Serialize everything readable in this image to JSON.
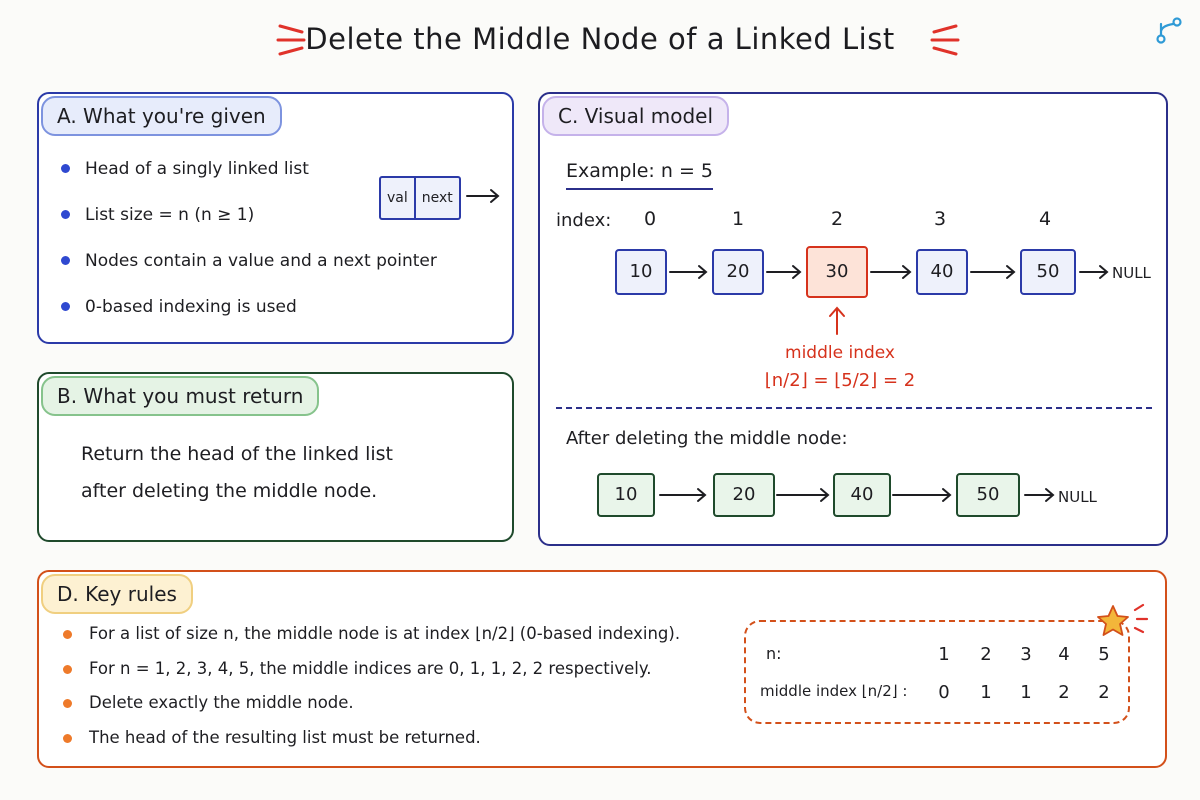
{
  "title": "Delete the Middle Node of a Linked List",
  "colors": {
    "blue": "#2b3aa8",
    "green": "#1f4a2c",
    "purple": "#2b2f8a",
    "orange": "#d3501a",
    "red": "#d6321c",
    "accent_spark": "#e0322a",
    "star": "#f3b63a"
  },
  "icons": {
    "corner": "git-branch-icon",
    "title_decoration": "spark-lines-icon",
    "rules_decoration": "star-icon"
  },
  "panel_a": {
    "heading": "A. What you're given",
    "bullets": [
      "Head of a singly linked list",
      "List size = n (n ≥ 1)",
      "Nodes contain a value and a next pointer",
      "0-based indexing is used"
    ],
    "node_diagram": {
      "val": "val",
      "next": "next"
    }
  },
  "panel_b": {
    "heading": "B. What you must return",
    "line1": "Return the head of the linked list",
    "line2": "after deleting the middle node."
  },
  "panel_c": {
    "heading": "C. Visual model",
    "example": "Example:  n = 5",
    "index_label": "index:",
    "indices": [
      "0",
      "1",
      "2",
      "3",
      "4"
    ],
    "nodes": [
      "10",
      "20",
      "30",
      "40",
      "50"
    ],
    "null_label": "NULL",
    "middle_label": "middle index",
    "middle_formula": "⌊n/2⌋ = ⌊5/2⌋ = 2",
    "after_label": "After deleting the middle node:",
    "after_nodes": [
      "10",
      "20",
      "40",
      "50"
    ]
  },
  "panel_d": {
    "heading": "D. Key rules",
    "bullets": [
      "For a list of size n, the middle node is at index ⌊n/2⌋ (0-based indexing).",
      "For n = 1, 2, 3, 4, 5, the middle indices are 0, 1, 1, 2, 2 respectively.",
      "Delete exactly the middle node.",
      "The head of the resulting list must be returned."
    ],
    "table": {
      "row1_label": "n:",
      "row2_label": "middle index ⌊n/2⌋ :",
      "n_values": [
        "1",
        "2",
        "3",
        "4",
        "5"
      ],
      "mid_values": [
        "0",
        "1",
        "1",
        "2",
        "2"
      ]
    }
  }
}
